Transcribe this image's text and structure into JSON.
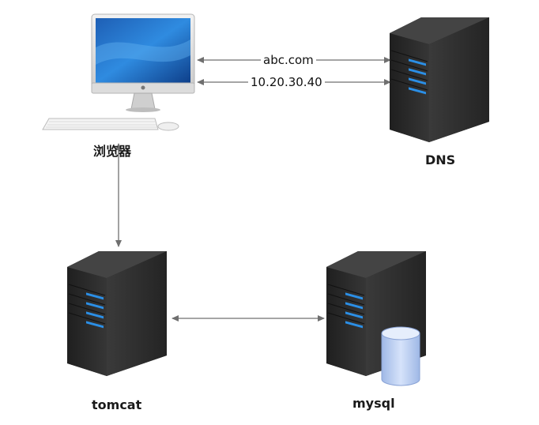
{
  "nodes": {
    "browser": {
      "label": "浏览器",
      "icon": "desktop-computer-icon"
    },
    "dns": {
      "label": "DNS",
      "icon": "server-tower-icon"
    },
    "tomcat": {
      "label": "tomcat",
      "icon": "server-tower-icon"
    },
    "mysql": {
      "label": "mysql",
      "icon": "database-server-icon"
    }
  },
  "edges": {
    "browser_dns_request": {
      "label": "abc.com"
    },
    "dns_browser_response": {
      "label": "10.20.30.40"
    }
  },
  "colors": {
    "server_body": "#2b2b2b",
    "server_led": "#2b8fe6",
    "arrow": "#6f6f6f",
    "database": "#b8cdf2"
  }
}
